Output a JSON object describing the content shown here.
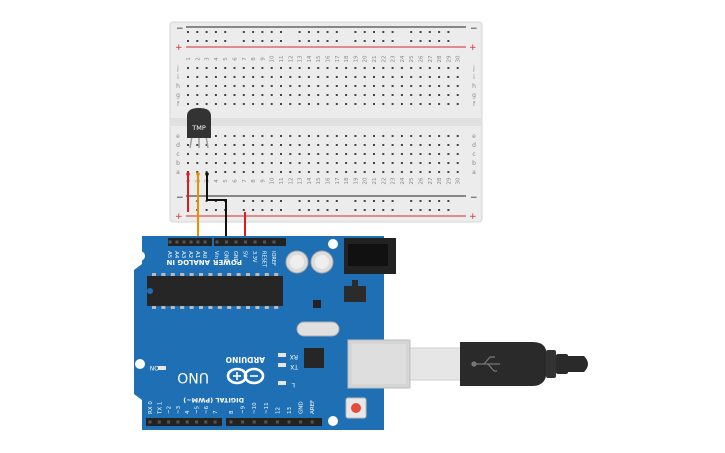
{
  "colors": {
    "background": "#ffffff",
    "breadboard": "#eeeeee",
    "breadboard_channel": "#e0e0e0",
    "hole": "#444444",
    "rail_red": "#d62b2b",
    "rail_black": "#222222",
    "board_blue": "#1f6fb5",
    "board_blue_dark": "#16578f",
    "header_black": "#222222",
    "wire_red": "#e01b1b",
    "wire_orange": "#f08c00",
    "wire_black": "#111111",
    "usb_silver": "#d5d5d5",
    "usb_cable": "#2a2a2a",
    "reset_red": "#e64c3c"
  },
  "breadboard": {
    "column_numbers": [
      "1",
      "2",
      "3",
      "4",
      "5",
      "6",
      "7",
      "8",
      "9",
      "10",
      "11",
      "12",
      "13",
      "14",
      "15",
      "16",
      "17",
      "18",
      "19",
      "20",
      "21",
      "22",
      "23",
      "24",
      "25",
      "26",
      "27",
      "28",
      "29",
      "30"
    ],
    "row_letters_top": [
      "j",
      "i",
      "h",
      "g",
      "f"
    ],
    "row_letters_bottom": [
      "e",
      "d",
      "c",
      "b",
      "a"
    ],
    "rail_minus": "−",
    "rail_plus": "+"
  },
  "sensor": {
    "label": "TMP"
  },
  "arduino": {
    "brand": "ARDUINO",
    "model": "UNO",
    "analog_label": "ANALOG IN",
    "power_label": "POWER",
    "digital_label": "DIGITAL (PWM~)",
    "analog_pins": [
      "A0",
      "A1",
      "A2",
      "A3",
      "A4",
      "A5"
    ],
    "power_pins": [
      "Vin",
      "GND",
      "GND",
      "5V",
      "3.3V",
      "RESET",
      "IOREF"
    ],
    "digital_pins_low": [
      "RX 0",
      "TX 1",
      "~2",
      "~3",
      "4",
      "~5",
      "~6",
      "7"
    ],
    "digital_pins_high": [
      "8",
      "~9",
      "~10",
      "~11",
      "12",
      "13",
      "GND",
      "AREF"
    ],
    "on_label": "ON",
    "rx_label": "RX",
    "tx_label": "TX",
    "l_label": "L"
  }
}
